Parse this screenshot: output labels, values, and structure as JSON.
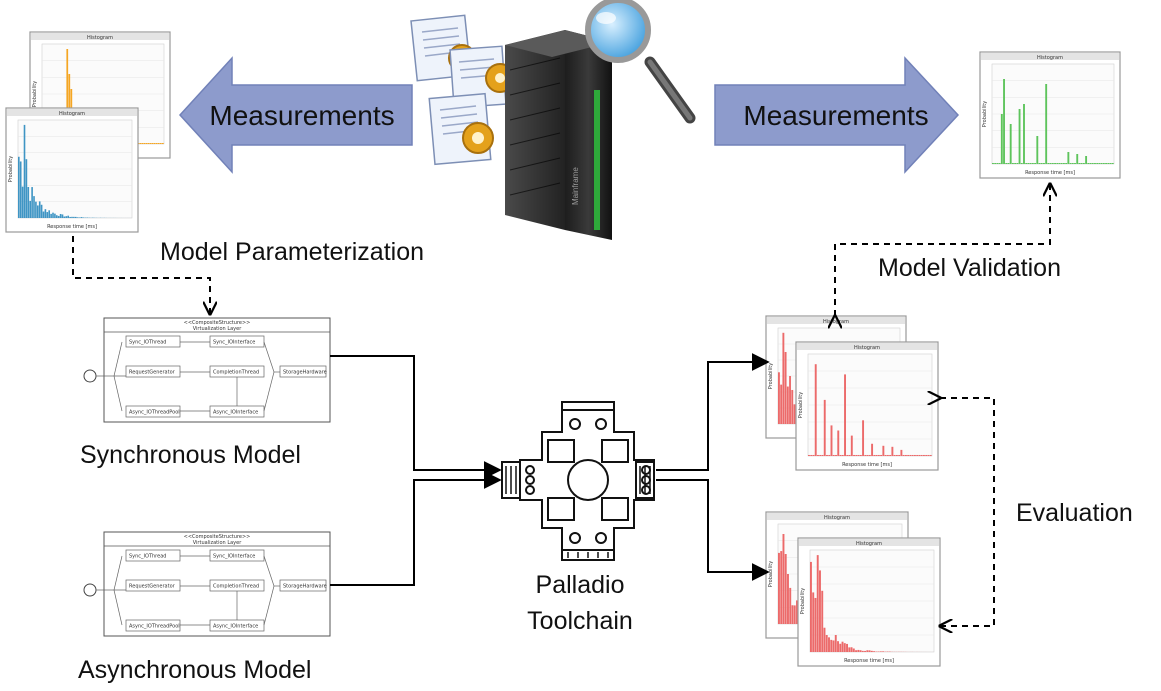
{
  "colors": {
    "arrow_fill": "#8d9bcc",
    "arrow_stroke": "#7181b8",
    "hist_orange": "#f5a623",
    "hist_blue": "#3f95c4",
    "hist_green": "#5ec45c",
    "hist_red": "#ec6a6a",
    "connector": "#000000"
  },
  "labels": {
    "measurements_left": "Measurements",
    "measurements_right": "Measurements",
    "model_parameterization": "Model Parameterization",
    "model_validation": "Model Validation",
    "synchronous_model": "Synchronous Model",
    "asynchronous_model": "Asynchronous Model",
    "palladio_line1": "Palladio",
    "palladio_line2": "Toolchain",
    "evaluation": "Evaluation"
  },
  "histogram": {
    "title": "Histogram",
    "xlabel": "Response time [ms]",
    "ylabel": "Probability"
  },
  "server": {
    "brand": "Mainframe"
  },
  "sync_model": {
    "stereotype": "<<CompositeStructure>>",
    "layer": "Virtualization Layer",
    "components": [
      "Sync_IOThread",
      "Sync_IOInterface",
      "RequestGenerator",
      "CompletionThread",
      "StorageHardware",
      "Async_IOThreadPool",
      "Async_IOInterface"
    ]
  },
  "async_model": {
    "stereotype": "<<CompositeStructure>>",
    "layer": "Virtualization Layer",
    "components": [
      "Sync_IOThread",
      "Sync_IOInterface",
      "RequestGenerator",
      "CompletionThread",
      "StorageHardware",
      "Async_IOThreadPool",
      "Async_IOInterface"
    ]
  }
}
